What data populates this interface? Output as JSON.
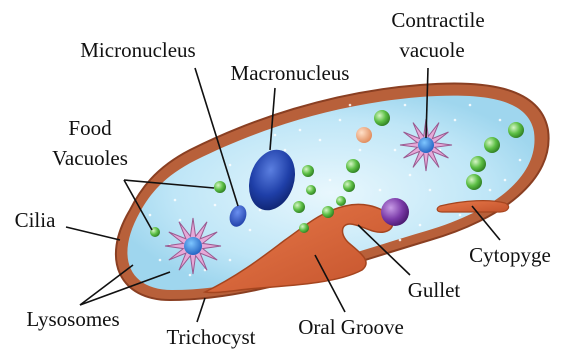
{
  "diagram": {
    "labels": {
      "contractile_line1": "Contractile",
      "contractile_line2": "vacuole",
      "micronucleus": "Micronucleus",
      "macronucleus": "Macronucleus",
      "food_line1": "Food",
      "food_line2": "Vacuoles",
      "cilia": "Cilia",
      "cytopyge": "Cytopyge",
      "gullet": "Gullet",
      "lysosomes": "Lysosomes",
      "trichocyst": "Trichocyst",
      "oral_groove": "Oral Groove"
    },
    "colors": {
      "pellicle": "#b8603a",
      "cytoplasm": "#bfe6f7",
      "cilia": "#1a1a1a",
      "macronucleus": "#1f3fa8",
      "micronucleus": "#2b52c4",
      "food_vacuole": "#4cae3c",
      "gullet": "#d9643a",
      "lysosome": "#7a3aa8",
      "contractile_vacuole_star": "#e6a8d8",
      "leader_lines": "#111111"
    }
  }
}
